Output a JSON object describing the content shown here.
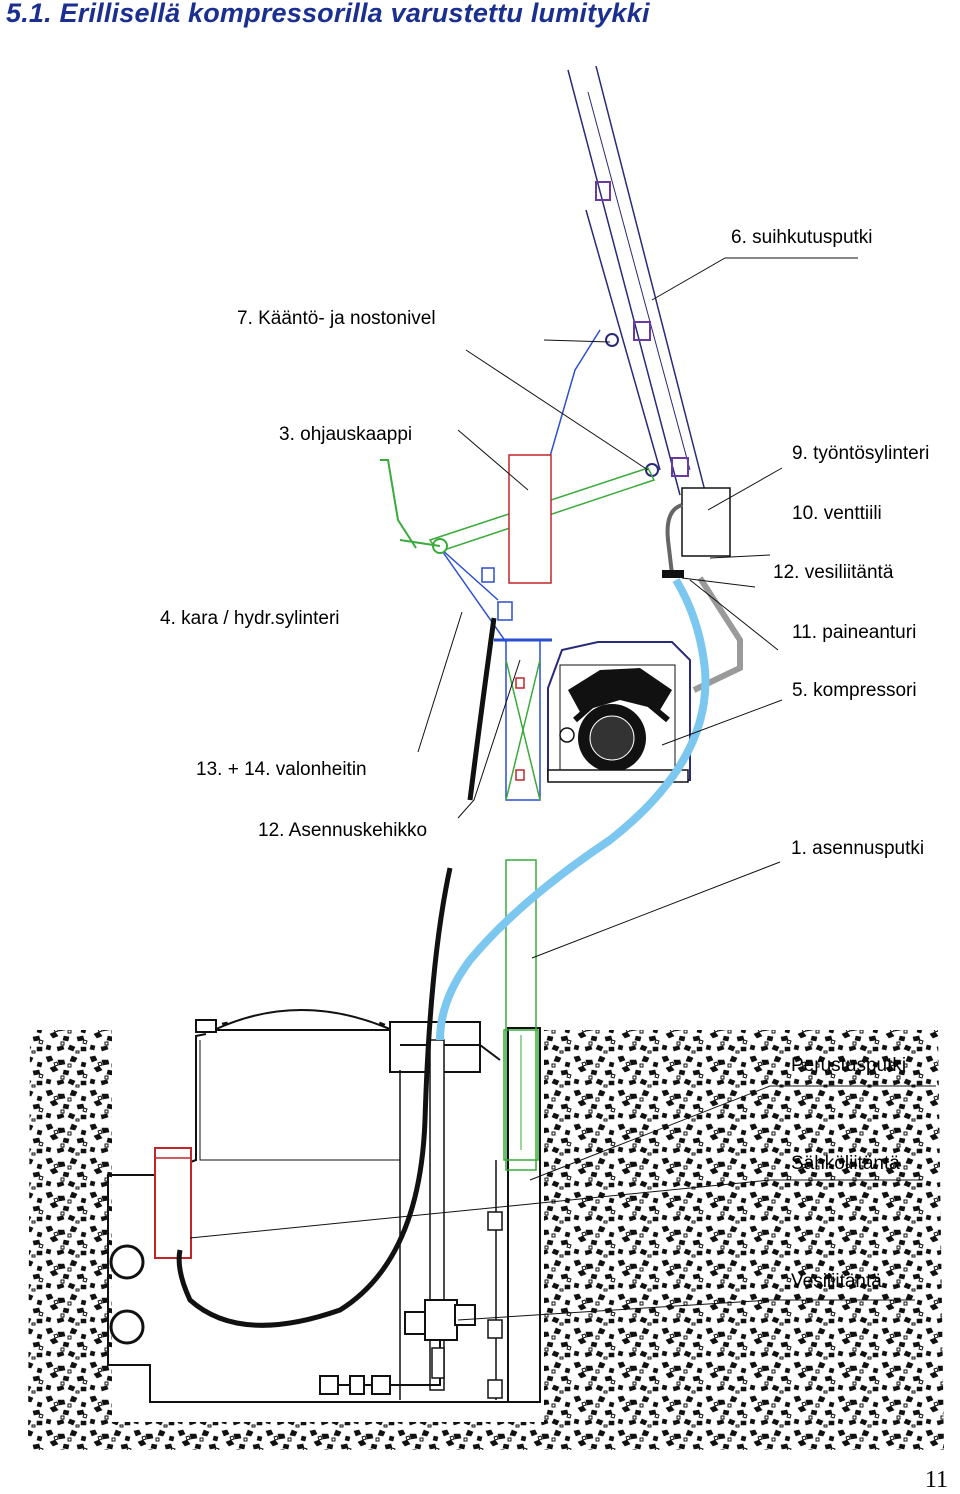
{
  "title": "5.1. Erillisellä kompressorilla varustettu lumitykki",
  "labels": {
    "suihkutusputki": "6. suihkutusputki",
    "kaanto": "7. Kääntö- ja nostonivel",
    "ohjauskaappi": "3. ohjauskaappi",
    "tyontosylinteri": "9. työntösylinteri",
    "venttiili": "10. venttiili",
    "vesiliitanta12": "12. vesiliitäntä",
    "kara": "4. kara / hydr.sylinteri",
    "paineanturi": "11.  paineanturi",
    "kompressori": "5. kompressori",
    "valonheitin": "13. + 14. valonheitin",
    "asennuskehikko": "12. Asennuskehikko",
    "asennusputki": "1. asennusputki",
    "perustusputki": "Perustusputki",
    "sahkoliitanta": "Sähköliitäntä",
    "vesiliitanta": "Vesiliitäntä"
  },
  "page_number": "11",
  "colors": {
    "title": "#1a2f8f",
    "lance": "#2a2a7a",
    "hydraulic_arm": "#3aaa3a",
    "frame": "#2a4fd0",
    "cabinet": "#c0262a",
    "water_hose": "#7cc7ef",
    "cable": "#111111",
    "pipe": "#9a9a9a"
  }
}
